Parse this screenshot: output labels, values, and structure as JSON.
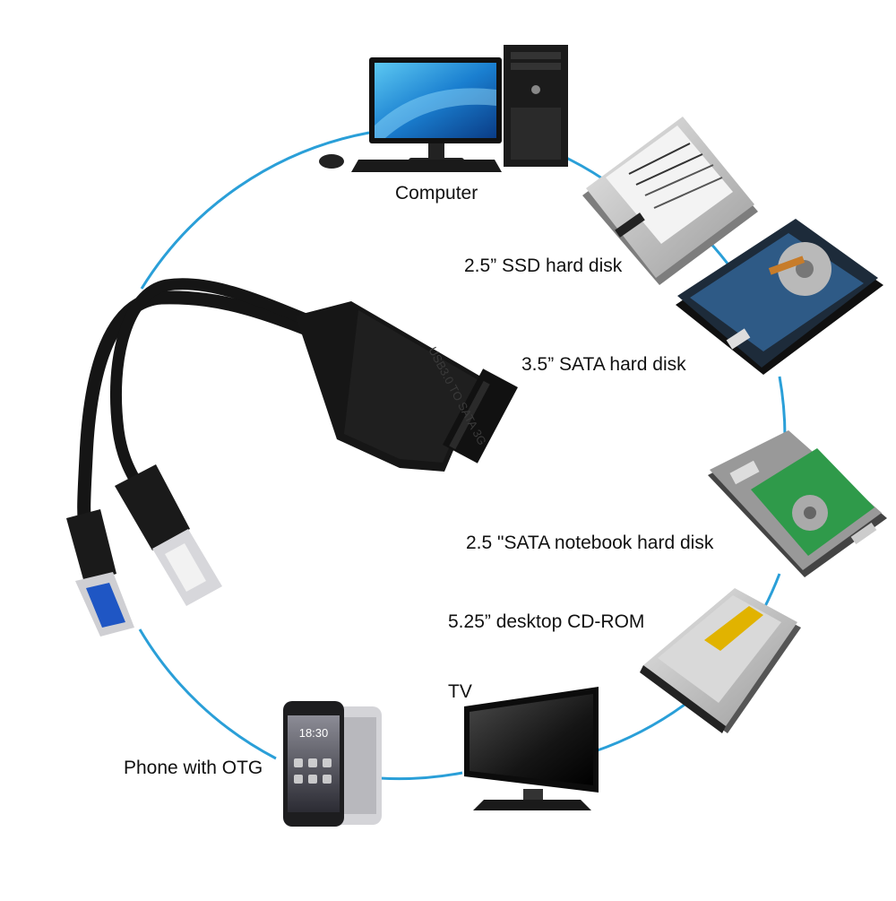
{
  "devices": {
    "computer": {
      "label": "Computer"
    },
    "ssd": {
      "label": "2.5” SSD hard disk"
    },
    "sata35": {
      "label": "3.5” SATA hard disk"
    },
    "notebook": {
      "label": "2.5 \"SATA notebook hard disk"
    },
    "cdrom": {
      "label": "5.25” desktop CD-ROM"
    },
    "tv": {
      "label": "TV"
    },
    "phone": {
      "label": "Phone with OTG",
      "screen_time": "18:30"
    }
  },
  "adapter": {
    "print": "USB3.0 TO SATA 3G"
  },
  "colors": {
    "ring": "#2a9fd8",
    "cable": "#151515",
    "usb3_blue": "#1f56c4",
    "pcb_green": "#2f9a4a"
  }
}
